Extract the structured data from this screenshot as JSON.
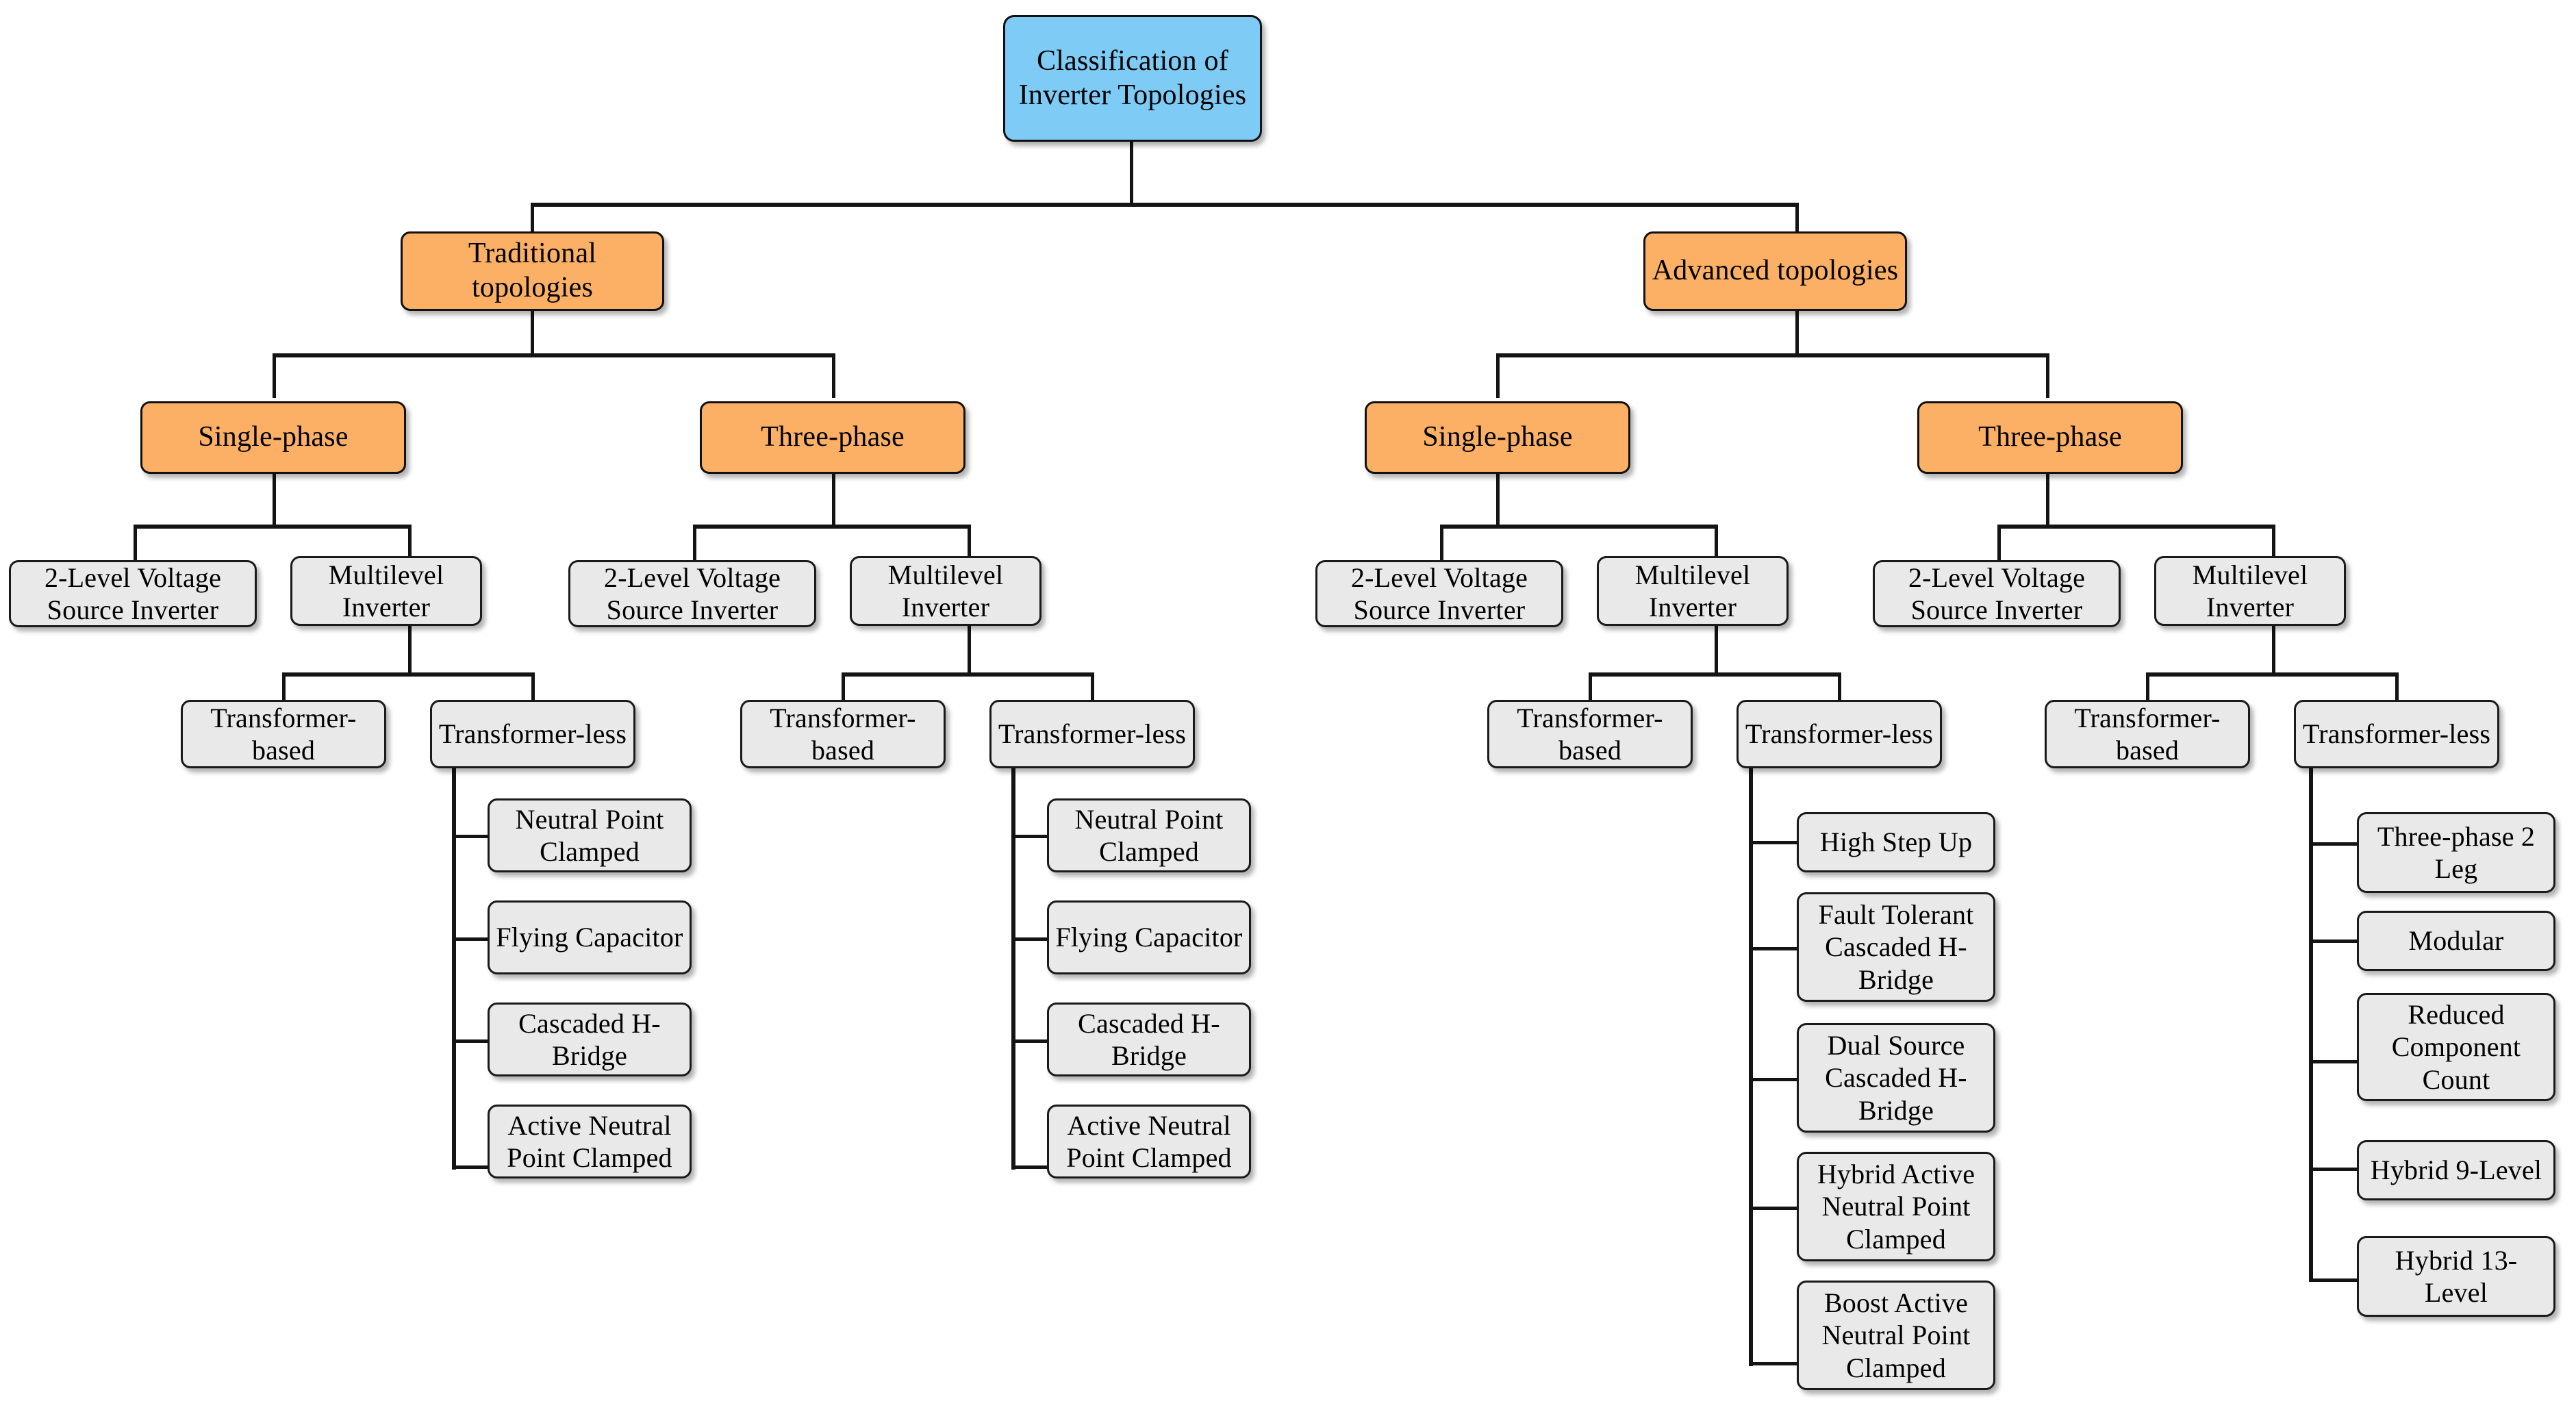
{
  "diagram": {
    "title": "Classification of Inverter Topologies",
    "type": "hierarchy-tree",
    "colors": {
      "root": "#7ECBF5",
      "category": "#FBB065",
      "leaf": "#E9E9E9",
      "stroke": "#141414",
      "background": "#FFFFFF"
    }
  },
  "nodes": {
    "root": {
      "label": "Classification of Inverter Topologies"
    },
    "level2": [
      {
        "id": "traditional",
        "label": "Traditional topologies"
      },
      {
        "id": "advanced",
        "label": "Advanced topologies"
      }
    ],
    "level3": [
      {
        "id": "trad-single",
        "label": "Single-phase"
      },
      {
        "id": "trad-three",
        "label": "Three-phase"
      },
      {
        "id": "adv-single",
        "label": "Single-phase"
      },
      {
        "id": "adv-three",
        "label": "Three-phase"
      }
    ],
    "level4": [
      {
        "id": "trad-single-2lvsi",
        "label": "2-Level Voltage Source Inverter"
      },
      {
        "id": "trad-single-mli",
        "label": "Multilevel Inverter"
      },
      {
        "id": "trad-three-2lvsi",
        "label": "2-Level Voltage Source Inverter"
      },
      {
        "id": "trad-three-mli",
        "label": "Multilevel Inverter"
      },
      {
        "id": "adv-single-2lvsi",
        "label": "2-Level Voltage Source Inverter"
      },
      {
        "id": "adv-single-mli",
        "label": "Multilevel Inverter"
      },
      {
        "id": "adv-three-2lvsi",
        "label": "2-Level Voltage Source Inverter"
      },
      {
        "id": "adv-three-mli",
        "label": "Multilevel Inverter"
      }
    ],
    "level5": [
      {
        "id": "trad-single-tb",
        "label": "Transformer-based"
      },
      {
        "id": "trad-single-tl",
        "label": "Transformer-less"
      },
      {
        "id": "trad-three-tb",
        "label": "Transformer-based"
      },
      {
        "id": "trad-three-tl",
        "label": "Transformer-less"
      },
      {
        "id": "adv-single-tb",
        "label": "Transformer-based"
      },
      {
        "id": "adv-single-tl",
        "label": "Transformer-less"
      },
      {
        "id": "adv-three-tb",
        "label": "Transformer-based"
      },
      {
        "id": "adv-three-tl",
        "label": "Transformer-less"
      }
    ],
    "leaves": {
      "trad_single_transformerless": [
        {
          "label": "Neutral Point Clamped"
        },
        {
          "label": "Flying Capacitor"
        },
        {
          "label": "Cascaded H-Bridge"
        },
        {
          "label": "Active Neutral Point Clamped"
        }
      ],
      "trad_three_transformerless": [
        {
          "label": "Neutral Point Clamped"
        },
        {
          "label": "Flying Capacitor"
        },
        {
          "label": "Cascaded H-Bridge"
        },
        {
          "label": "Active Neutral Point Clamped"
        }
      ],
      "adv_single_transformerless": [
        {
          "label": "High Step Up"
        },
        {
          "label": "Fault Tolerant Cascaded H-Bridge"
        },
        {
          "label": "Dual Source Cascaded H-Bridge"
        },
        {
          "label": "Hybrid Active Neutral Point Clamped"
        },
        {
          "label": "Boost Active Neutral Point Clamped"
        }
      ],
      "adv_three_transformerless": [
        {
          "label": "Three-phase 2 Leg"
        },
        {
          "label": "Modular"
        },
        {
          "label": "Reduced Component Count"
        },
        {
          "label": "Hybrid 9-Level"
        },
        {
          "label": "Hybrid 13-Level"
        }
      ]
    }
  }
}
